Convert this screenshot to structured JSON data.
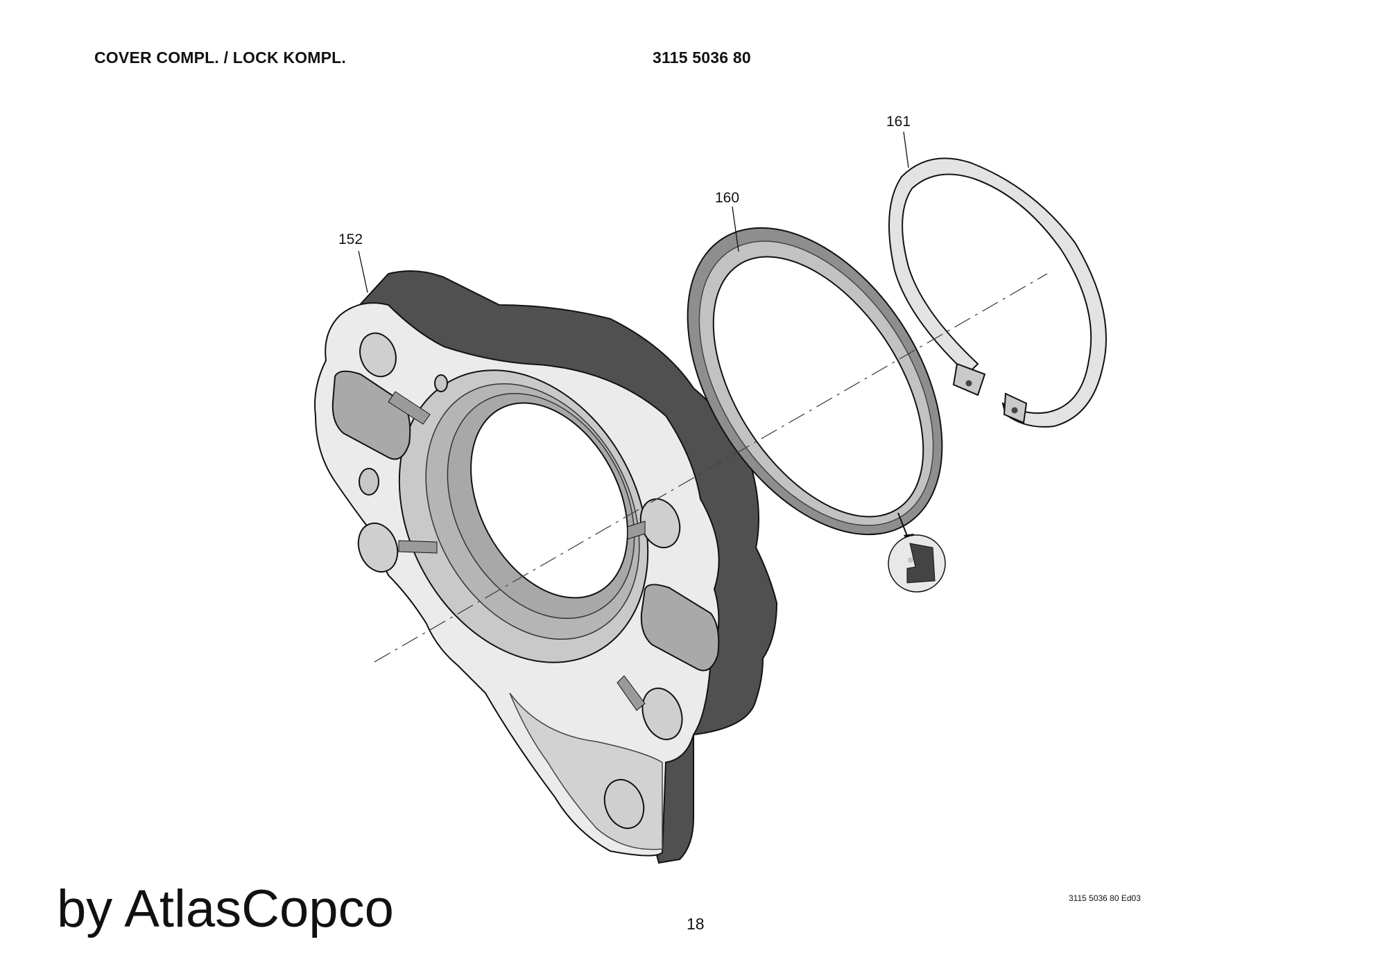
{
  "header": {
    "title": "COVER COMPL. / LOCK KOMPL.",
    "part_number": "3115 5036 80"
  },
  "callouts": {
    "cover": "152",
    "seal": "160",
    "circlip": "161"
  },
  "footer": {
    "brand": "by AtlasCopco",
    "page_number": "18",
    "edition": "3115 5036 80 Ed03"
  }
}
